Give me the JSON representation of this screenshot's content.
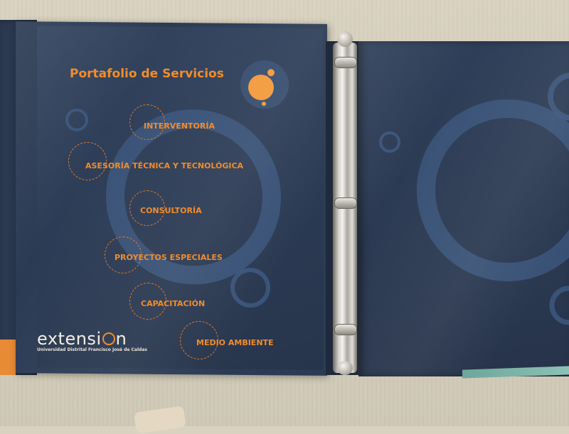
{
  "left_page": {
    "title": "Portafolio de Servicios",
    "services": [
      "INTERVENTORÍA",
      "ASESORÍA TÉCNICA Y TECNOLÓGICA",
      "CONSULTORÍA",
      "PROYECTOS ESPECIALES",
      "CAPACITACIÓN",
      "MEDIO AMBIENTE"
    ],
    "logo": {
      "word_pre": "extensi",
      "word_post": "n",
      "subtitle": "Universidad Distrital Francisco José de Caldas"
    }
  },
  "colors": {
    "panel_blue": "#2c3b54",
    "accent_orange": "#f28c2c",
    "ring_blue": "#3e5a82"
  }
}
